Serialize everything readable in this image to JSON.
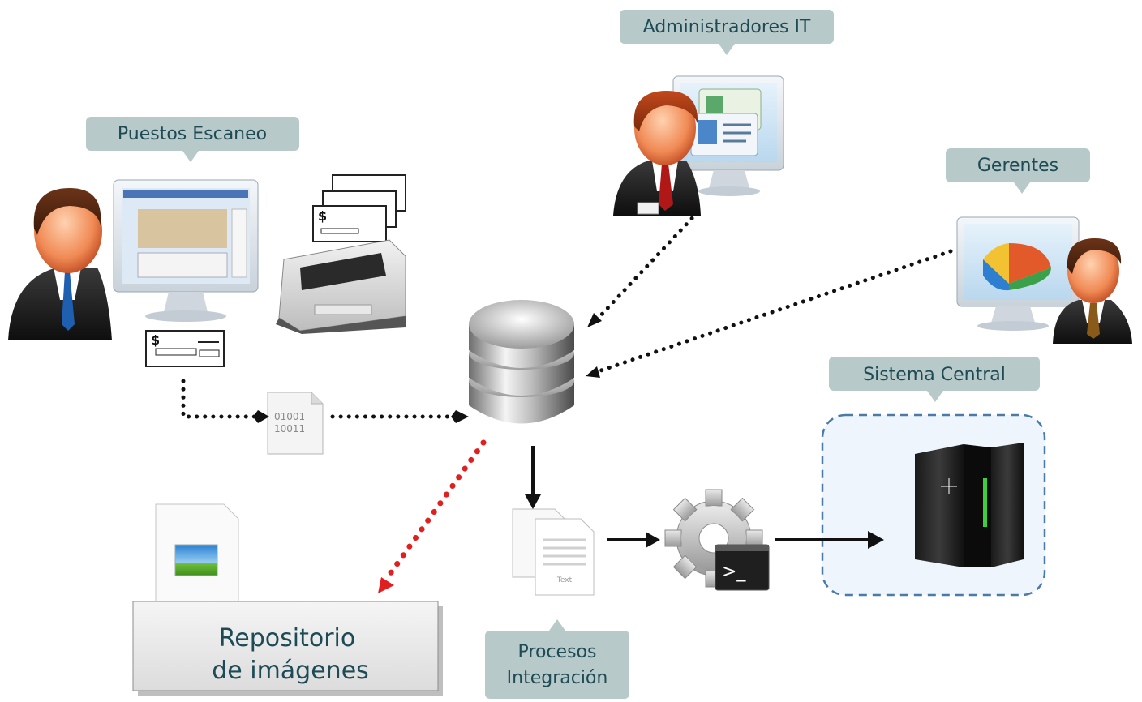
{
  "labels": {
    "puestos": "Puestos Escaneo",
    "admins": "Administradores IT",
    "gerentes": "Gerentes",
    "sistema": "Sistema Central",
    "procesos": [
      "Procesos",
      "Integración"
    ],
    "repositorio": [
      "Repositorio",
      "de imágenes"
    ]
  },
  "icons": {
    "binary_file": [
      "01001",
      "10011"
    ],
    "text_doc": "Text",
    "terminal": ">_",
    "check": "$"
  },
  "colors": {
    "callout": "#b8c9c9",
    "label_text": "#1d4a55",
    "red_dots": "#e02020",
    "dots": "#111111",
    "server_frame": "#4a7aa8"
  }
}
